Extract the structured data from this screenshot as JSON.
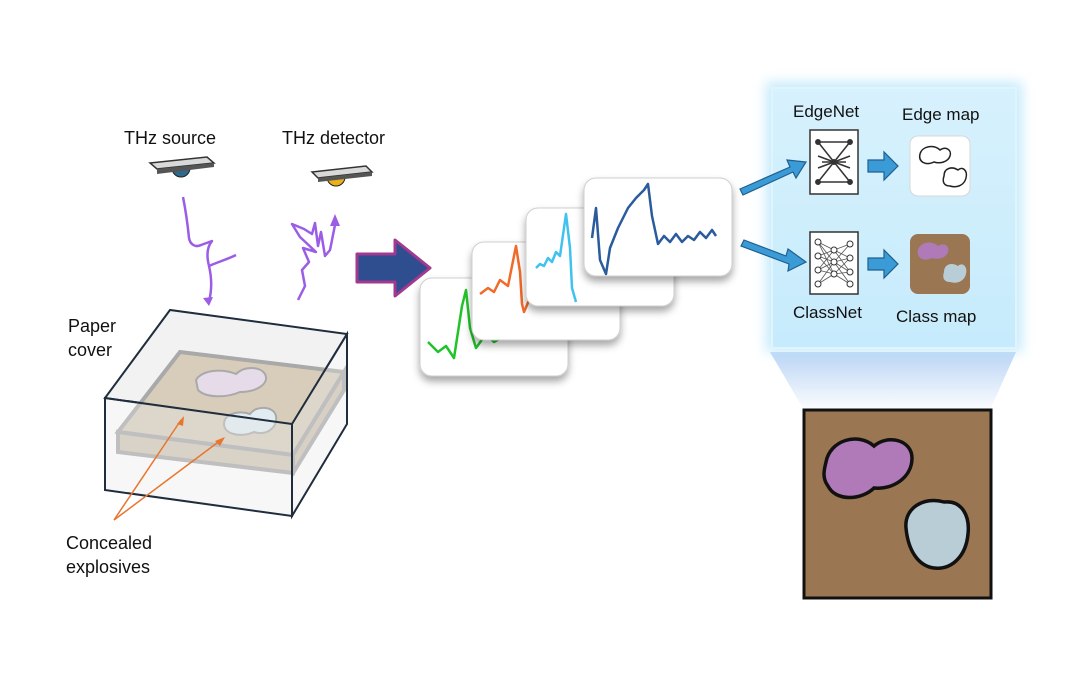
{
  "labels": {
    "thz_source": "THz source",
    "thz_detector": "THz detector",
    "paper_cover_line1": "Paper",
    "paper_cover_line2": "cover",
    "concealed_line1": "Concealed",
    "concealed_line2": "explosives",
    "edgenet": "EdgeNet",
    "edge_map": "Edge map",
    "classnet": "ClassNet",
    "class_map": "Class map"
  },
  "colors": {
    "purple_wave": "#9b5de5",
    "arrow_fill": "#2e4e8f",
    "arrow_outline": "#a0398f",
    "panel_glow": "#bfe8fb",
    "blue_arrow": "#3b9bd6",
    "map_background": "#9b7653",
    "region_purple": "#b07ab8",
    "region_blue": "#b9cdd6",
    "trace_green": "#22c32a",
    "trace_orange": "#f26a2a",
    "trace_cyan": "#3fc2ee",
    "trace_navy": "#2a5b9c",
    "source_dot": "#2d6a8e",
    "detector_dot": "#e8b019"
  },
  "icons": {
    "source": "thz-source-emitter-icon",
    "detector": "thz-detector-icon",
    "edgenet": "neural-network-icon",
    "classnet": "neural-network-icon"
  }
}
